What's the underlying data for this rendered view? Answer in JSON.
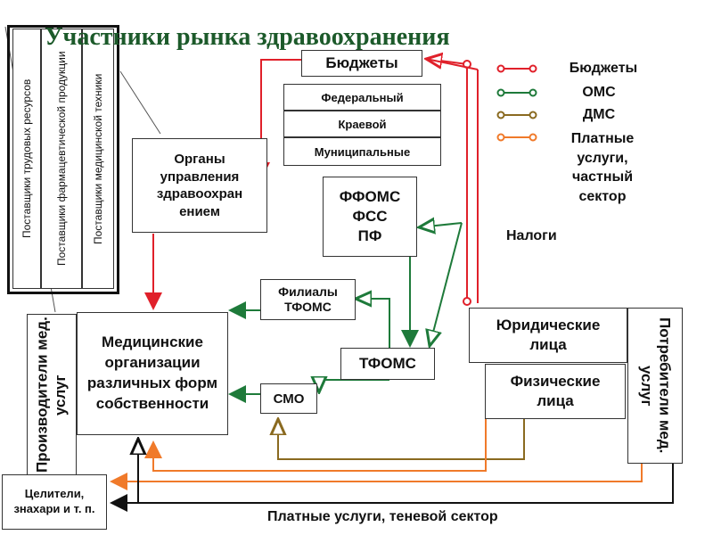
{
  "title": "Участники рынка здравоохранения",
  "suppliers": [
    "Поставщики трудовых ресурсов",
    "Поставщики фармацевтической продукции",
    "Поставщики медицинской техники"
  ],
  "organs": "Органы управления здравоохран ением",
  "budgets": {
    "header": "Бюджеты",
    "levels": [
      "Федеральный",
      "Краевой",
      "Муниципальные"
    ]
  },
  "ffoms": [
    "ФФОМС",
    "ФСС",
    "ПФ"
  ],
  "taxes": "Налоги",
  "legend": {
    "items": [
      {
        "label": "Бюджеты",
        "color": "#e0202a"
      },
      {
        "label": "ОМС",
        "color": "#1e7a3a"
      },
      {
        "label": "ДМС",
        "color": "#8a6a20"
      },
      {
        "label": "Платные услуги, частный сектор",
        "color": "#f07a2a"
      }
    ]
  },
  "filialy": "Филиалы ТФОМС",
  "tfoms": "ТФОМС",
  "smo": "СМО",
  "med_orgs": "Медицинские организации различных форм собственности",
  "producers": "Производители мед. услуг",
  "consumers": "Потребители мед. услуг",
  "legal": "Юридические лица",
  "physical": "Физические лица",
  "healers": "Целители, знахари и т. п.",
  "shadow": "Платные услуги, теневой сектор"
}
